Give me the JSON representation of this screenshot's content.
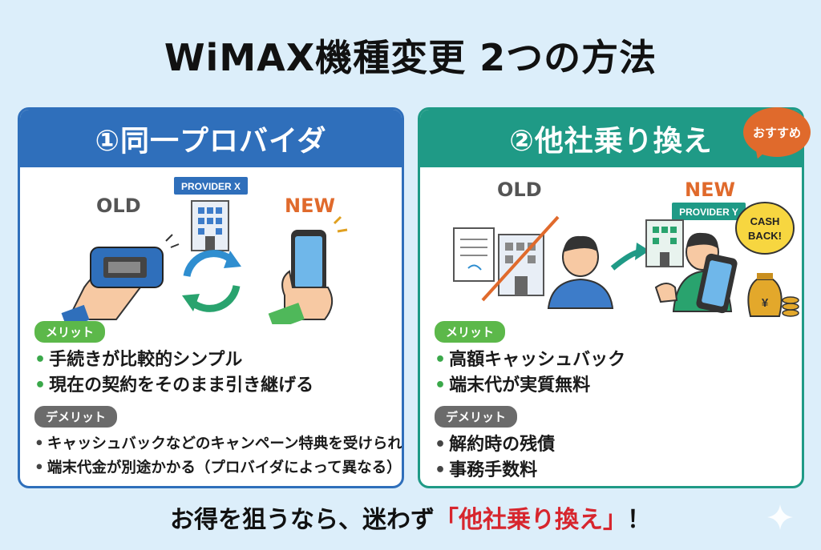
{
  "title": "WiMAX機種変更 2つの方法",
  "left": {
    "heading": "①同一プロバイダ",
    "old_label": "OLD",
    "new_label": "NEW",
    "provider_sign": "PROVIDER X",
    "merit_tag": "メリット",
    "merits": [
      "手続きが比較的シンプル",
      "現在の契約をそのまま引き継げる"
    ],
    "demerit_tag": "デメリット",
    "demerits": [
      "キャッシュバックなどのキャンペーン特典を受けられない",
      "端末代金が別途かかる（プロバイダによって異なる）"
    ]
  },
  "right": {
    "heading": "②他社乗り換え",
    "badge": "おすすめ",
    "old_label": "OLD",
    "new_label": "NEW",
    "provider_sign": "PROVIDER Y",
    "cashback_line1": "CASH",
    "cashback_line2": "BACK!",
    "yen_symbol": "¥",
    "merit_tag": "メリット",
    "merits": [
      "高額キャッシュバック",
      "端末代が実質無料"
    ],
    "demerit_tag": "デメリット",
    "demerits": [
      "解約時の残債",
      "事務手数料"
    ]
  },
  "bottom": {
    "prefix": "お得を狙うなら、迷わず",
    "highlight": "「他社乗り換え」",
    "suffix": "！"
  },
  "colors": {
    "background": "#dceefa",
    "left_accent": "#2f6fbb",
    "right_accent": "#1f9a86",
    "badge": "#e06a2c",
    "merit_tag": "#5cb84a",
    "demerit_tag": "#6b6b6b",
    "highlight": "#d7262e"
  },
  "icons": [
    "mobile-router-icon",
    "office-building-icon",
    "sync-arrows-icon",
    "smartphone-icon",
    "contract-document-icon",
    "person-icon",
    "arrow-right-icon",
    "money-bag-icon",
    "sparkle-icon"
  ]
}
